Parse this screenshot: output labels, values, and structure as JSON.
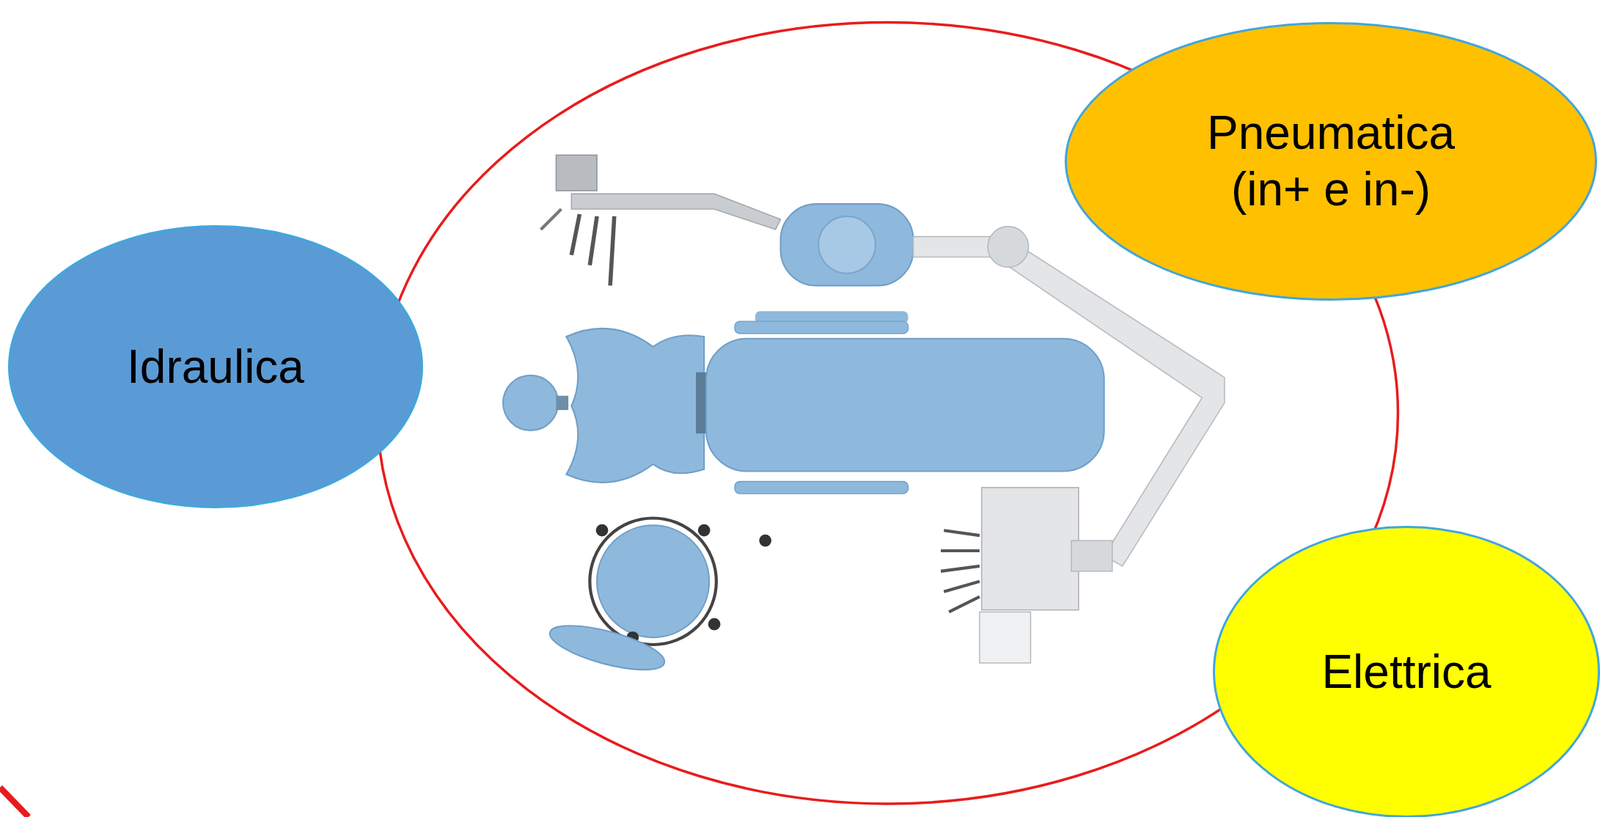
{
  "diagram": {
    "nodes": [
      {
        "text": [
          "Pneumatica (in+ e in-)"
        ]
      },
      {
        "text": [
          "Idraulica"
        ]
      },
      {
        "text": [
          "Elettrica"
        ]
      }
    ]
  }
}
